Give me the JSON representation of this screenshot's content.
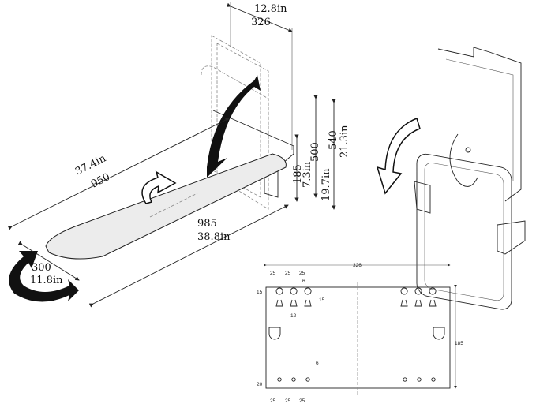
{
  "ironing_board_view": {
    "depth_in": "12.8in",
    "depth_mm": "326",
    "height_total_mm": "540",
    "height_total_in": "21.3in",
    "height_mm": "500",
    "height_in": "19.7in",
    "bracket_mm": "185",
    "bracket_in": "7.3in",
    "board_length_in": "37.4in",
    "board_length_mm": "950",
    "total_length_mm": "985",
    "total_length_in": "38.8in",
    "width_mm": "300",
    "width_in": "11.8in"
  },
  "mounting_plate": {
    "width": "326",
    "spacing_top": [
      "25",
      "25",
      "25"
    ],
    "slot_width_top": "6",
    "top_offset": "15",
    "keyhole_length": "15",
    "keyhole_spacing": "12",
    "height": "185",
    "slot_width_bottom": "6",
    "bottom_offset": "20",
    "spacing_bottom": [
      "25",
      "25",
      "25"
    ]
  },
  "colors": {
    "line": "#222222",
    "board": "#ececec",
    "arrow": "#111111"
  }
}
